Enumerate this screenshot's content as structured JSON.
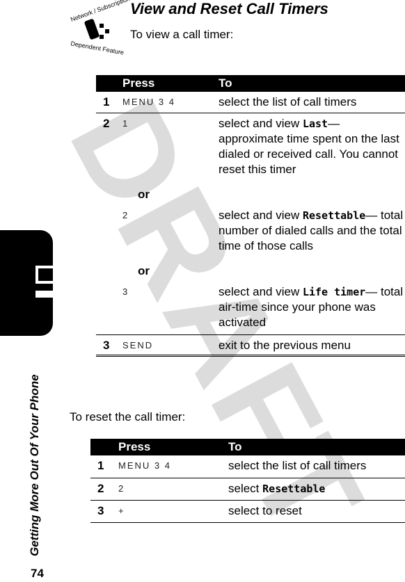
{
  "watermark": "DRAFT",
  "side": {
    "title": "Getting More Out Of Your Phone",
    "page_number": "74"
  },
  "feature_badge": {
    "line1": "Network / Subscription",
    "line2": "Dependent Feature"
  },
  "section_title": "View and Reset Call Timers",
  "view": {
    "intro": "To view a call timer:",
    "header": {
      "press": "Press",
      "to": "To"
    },
    "row1": {
      "num": "1",
      "keys": "MENU 3 4",
      "text": "select the list of call timers"
    },
    "row2": {
      "num": "2",
      "opt1": {
        "keys": "1",
        "term": "Last",
        "rest": "— approximate time spent on the last dialed or received call. You cannot reset this timer"
      },
      "or": "or",
      "opt2": {
        "keys": "2",
        "term": "Resettable",
        "rest": "— total number of dialed calls and the total time of those calls"
      },
      "opt3": {
        "keys": "3",
        "term": "Life timer",
        "rest": "— total air-time since your phone was activated"
      },
      "prefix": "select and view "
    },
    "row3": {
      "num": "3",
      "keys": "SEND",
      "text": "exit to the previous menu"
    }
  },
  "reset": {
    "intro": "To reset the call timer:",
    "header": {
      "press": "Press",
      "to": "To"
    },
    "row1": {
      "num": "1",
      "keys": "MENU 3 4",
      "text": "select the list of call timers"
    },
    "row2": {
      "num": "2",
      "keys": "2",
      "prefix": "select ",
      "term": "Resettable"
    },
    "row3": {
      "num": "3",
      "keys": "+",
      "text": "select to reset"
    }
  }
}
